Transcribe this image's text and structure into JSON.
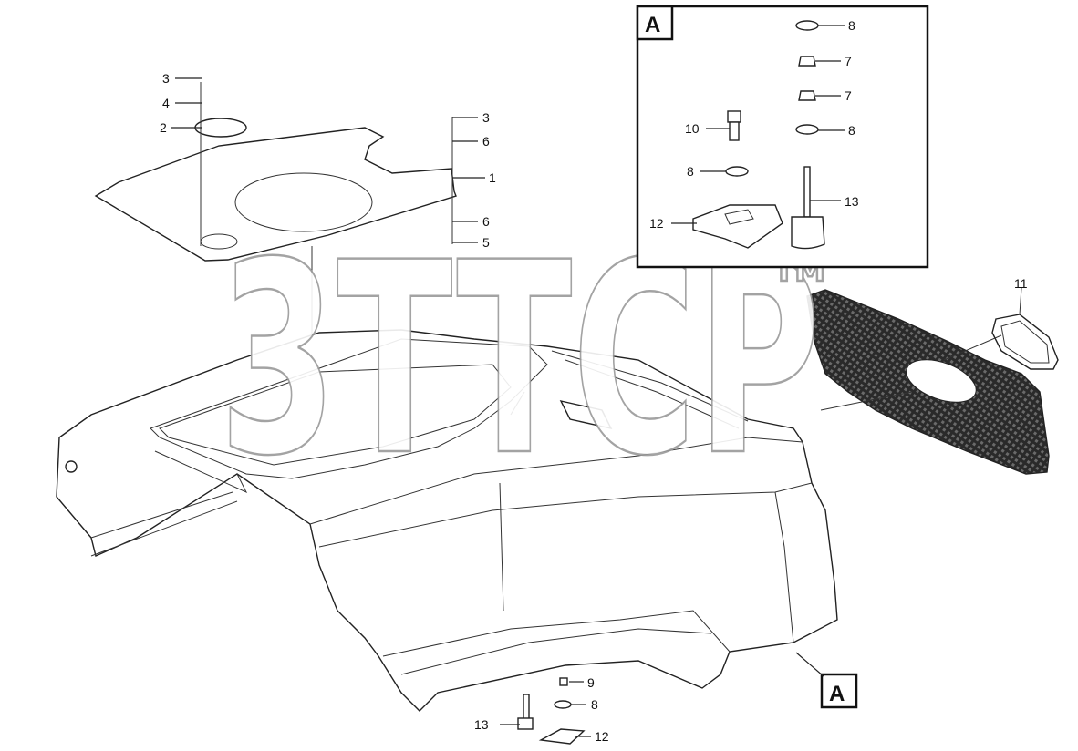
{
  "detail_view": {
    "letter": "A"
  },
  "callout_view": {
    "letter": "A"
  },
  "watermark": {
    "text": "3TTCP",
    "tm": "TM"
  },
  "labels": {
    "l1": "1",
    "l2": "2",
    "l3a": "3",
    "l3b": "3",
    "l4": "4",
    "l5": "5",
    "l6a": "6",
    "l6b": "6",
    "a_l8_top": "8",
    "a_l7_a": "7",
    "a_l7_b": "7",
    "a_l8_mid": "8",
    "a_l10": "10",
    "a_l8_left": "8",
    "a_l12": "12",
    "a_l13": "13",
    "l11": "11",
    "b_l9": "9",
    "b_l8": "8",
    "b_l13": "13",
    "b_l12": "12"
  }
}
